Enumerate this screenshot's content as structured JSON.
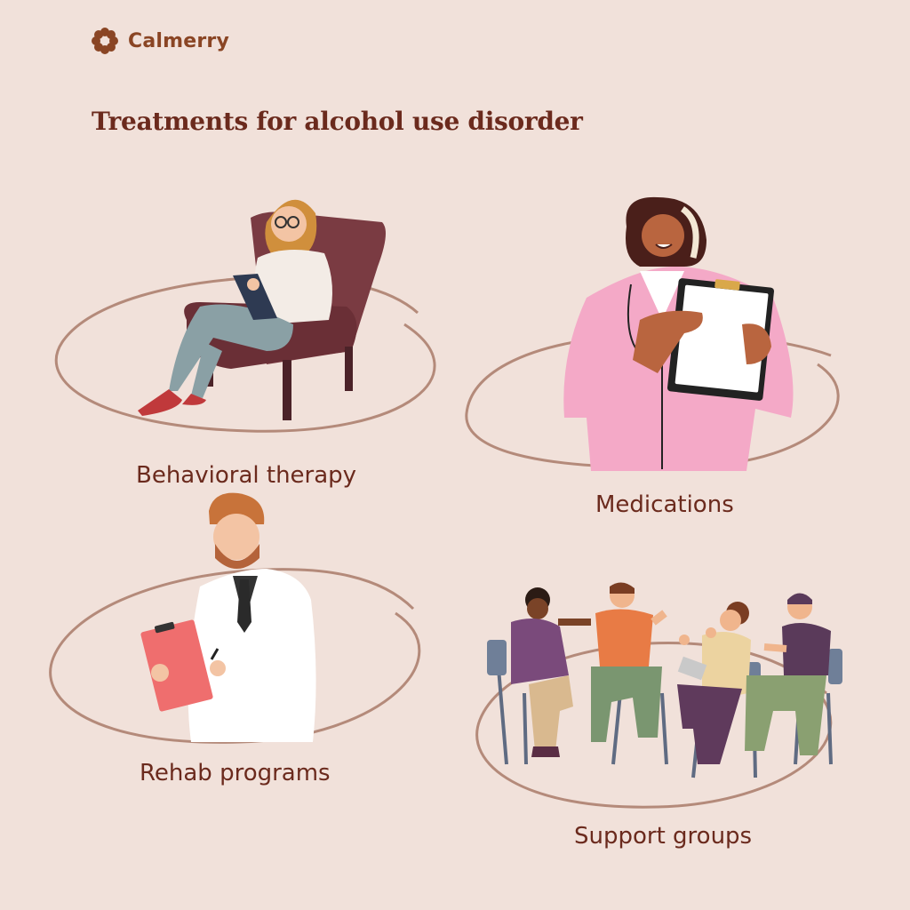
{
  "brand": {
    "name": "Calmerry",
    "icon": "flower-logo-icon"
  },
  "title": "Treatments for alcohol use disorder",
  "items": [
    {
      "label": "Behavioral therapy"
    },
    {
      "label": "Medications"
    },
    {
      "label": "Rehab programs"
    },
    {
      "label": "Support groups"
    }
  ],
  "colors": {
    "background": "#f1e1da",
    "text": "#6b2a1d",
    "brand": "#8a4524",
    "ring": "#b48a7a"
  }
}
